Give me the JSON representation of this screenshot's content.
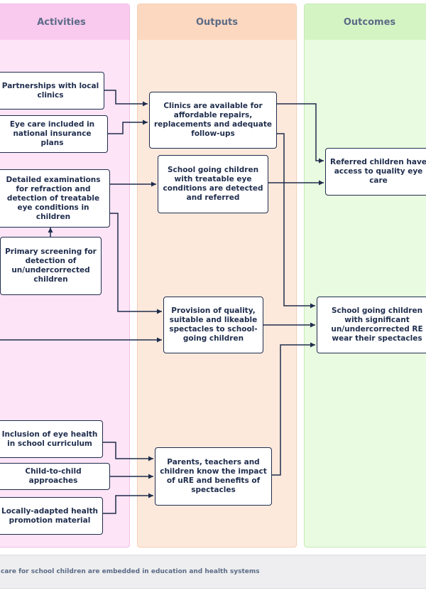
{
  "columns": {
    "activities": "Activities",
    "outputs": "Outputs",
    "outcomes": "Outcomes"
  },
  "activities": {
    "partnerships": "Partnerships with local clinics",
    "insurance": "Eye care included in national insurance plans",
    "examinations": "Detailed examinations for refraction and detection of treatable eye conditions in children",
    "screening": "Primary screening for detection of un/undercorrected children",
    "curriculum": "Inclusion of eye health in school curriculum",
    "child_to_child": "Child-to-child approaches",
    "promotion": "Locally-adapted health promotion material"
  },
  "outputs": {
    "clinics": "Clinics are available for affordable repairs, replacements and adequate follow-ups",
    "detected": "School going children with treatable eye conditions are detected and referred",
    "spectacles": "Provision of quality, suitable and likeable spectacles to school-going children",
    "knowledge": "Parents, teachers and children know the impact of uRE and benefits of spectacles"
  },
  "outcomes": {
    "referred": "Referred children have access to quality eye care",
    "wear": "School going children with significant un/undercorrected RE wear their spectacles"
  },
  "footer": "care for school children are embedded in education and health systems"
}
